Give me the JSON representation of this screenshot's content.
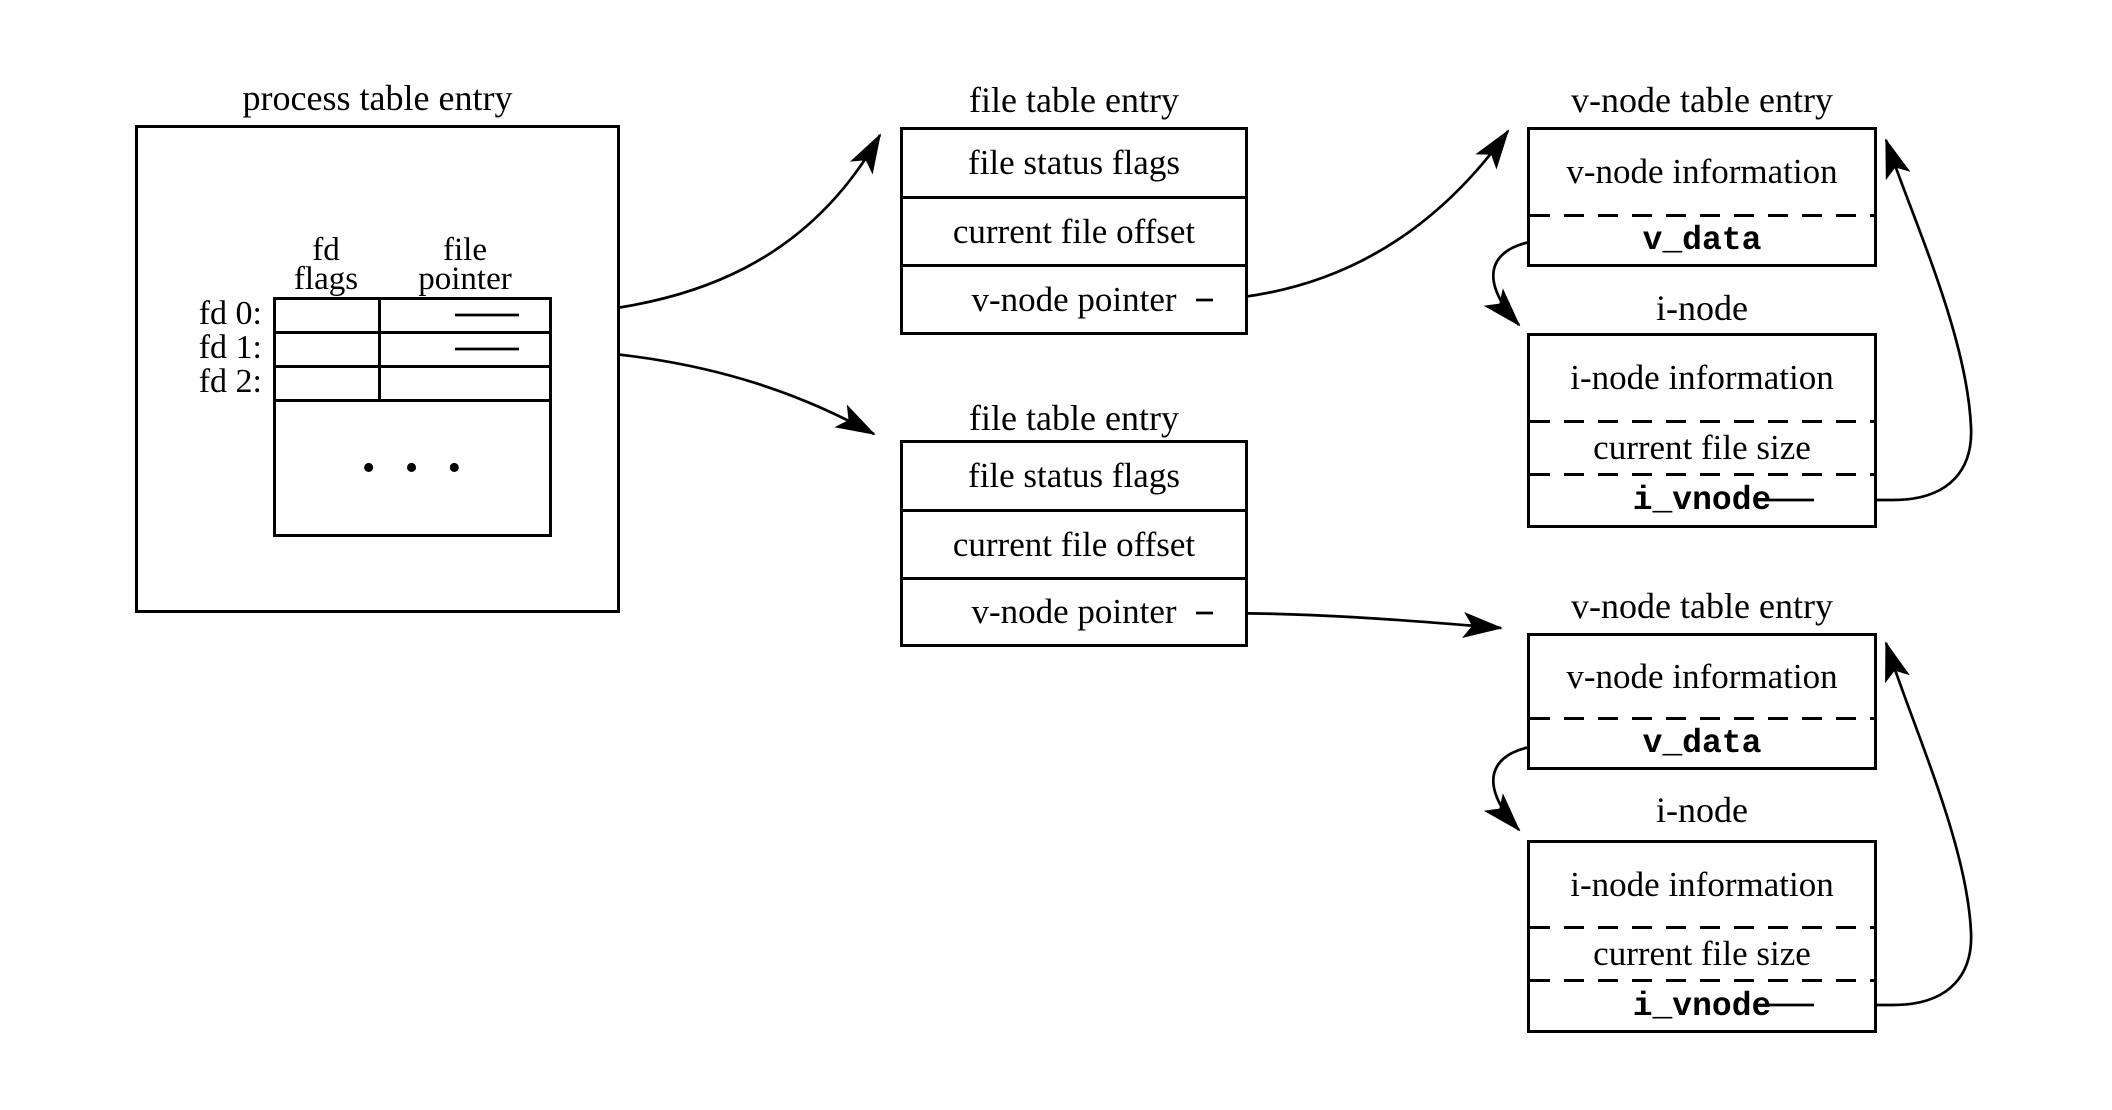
{
  "colors": {
    "ink": "#000000",
    "paper": "#ffffff"
  },
  "process_table": {
    "title": "process table entry",
    "column_labels": {
      "fd_flags": [
        "fd",
        "flags"
      ],
      "file_pointer": [
        "file",
        "pointer"
      ]
    },
    "row_labels": [
      "fd 0:",
      "fd 1:",
      "fd 2:"
    ],
    "ellipsis": "• • •"
  },
  "file_tables": [
    {
      "title": "file table entry",
      "rows": [
        "file status flags",
        "current file offset",
        "v-node pointer"
      ]
    },
    {
      "title": "file table entry",
      "rows": [
        "file status flags",
        "current file offset",
        "v-node pointer"
      ]
    }
  ],
  "vnode_tables": [
    {
      "title": "v-node table entry",
      "rows": {
        "info": "v-node information",
        "v_data": "v_data"
      }
    },
    {
      "title": "v-node table entry",
      "rows": {
        "info": "v-node information",
        "v_data": "v_data"
      }
    }
  ],
  "inodes": [
    {
      "title": "i-node",
      "rows": {
        "info": "i-node information",
        "size": "current file size",
        "i_vnode": "i_vnode"
      }
    },
    {
      "title": "i-node",
      "rows": {
        "info": "i-node information",
        "size": "current file size",
        "i_vnode": "i_vnode"
      }
    }
  ]
}
